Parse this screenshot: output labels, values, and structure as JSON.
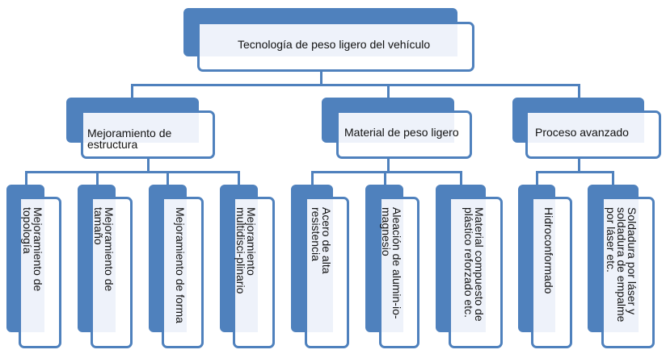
{
  "colors": {
    "accent": "#4f81bd",
    "fill": "#eef2fa"
  },
  "root": {
    "label": "Tecnología de peso ligero del vehículo"
  },
  "categories": [
    {
      "label": "Mejoramiento de estructura",
      "children": [
        "Mejoramiento de topología",
        "Mejoramiento de tamaño",
        "Mejoramiento de forma",
        "Mejoramiento multidisci-plinario"
      ]
    },
    {
      "label": "Material de peso ligero",
      "children": [
        "Acero de alta resistencia",
        "Aleación de alumin-io-magnesio",
        "Material compuesto de plástico reforzado etc."
      ]
    },
    {
      "label": "Proceso avanzado",
      "children": [
        "Hidroconformado",
        "Soldadura por láser y soldadura de empalme por láser etc."
      ]
    }
  ]
}
